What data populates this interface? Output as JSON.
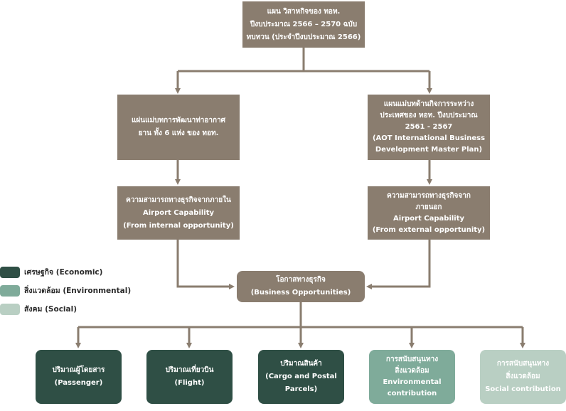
{
  "top_box": {
    "lines": [
      "แผน วิสาหกิจของ ทอท.",
      "ปีงบประมาณ 2566 – 2570 ฉบับ",
      "ทบทวน (ประจำปีงบประมาณ 2566)"
    ]
  },
  "left_plan": {
    "lines": [
      "แผ่นแม่บทการพัฒนาท่าอากาศ",
      "ยาน ทั้ง 6 แห่ง ของ ทอท."
    ]
  },
  "right_plan": {
    "lines": [
      "แผนแม่บทด้านกิจการระหว่าง",
      "ประเทศของ ทอท. ปีงบประมาณ",
      "2561 - 2567",
      "(AOT International Business",
      "Development Master Plan)"
    ]
  },
  "left_capability": {
    "lines": [
      "ความสามารถทางธุรกิจจากภายใน",
      "Airport Capability",
      "(From internal opportunity)"
    ]
  },
  "right_capability": {
    "lines": [
      "ความสามารถทางธุรกิจจาก",
      "ภายนอก",
      "Airport Capability",
      "(From external opportunity)"
    ]
  },
  "business": {
    "lines": [
      "โอกาสทางธุรกิจ",
      "(Business Opportunities)"
    ]
  },
  "legend": [
    {
      "label": "เศรษฐกิจ (Economic)",
      "color": "#2f4f45"
    },
    {
      "label": "สิ่งแวดล้อม (Environmental)",
      "color": "#7fab9a"
    },
    {
      "label": "สังคม (Social)",
      "color": "#b9cfc3"
    }
  ],
  "outcomes": [
    {
      "lines": [
        "ปริมาณผู้โดยสาร",
        "(Passenger)"
      ],
      "color": "#2f4f45"
    },
    {
      "lines": [
        "ปริมาณเที่ยวบิน",
        "(Flight)"
      ],
      "color": "#2f4f45"
    },
    {
      "lines": [
        "ปริมาณสินค้า",
        "(Cargo and Postal",
        "Parcels)"
      ],
      "color": "#2f4f45"
    },
    {
      "lines": [
        "การสนับสนุนทาง",
        "สิ่งแวดล้อม",
        "Environmental",
        "contribution"
      ],
      "color": "#7fab9a"
    },
    {
      "lines": [
        "การสนับสนุนทาง",
        "สิ่งแวดล้อม",
        "Social contribution"
      ],
      "color": "#b9cfc3"
    }
  ],
  "connector_color": "#8a7d6f"
}
